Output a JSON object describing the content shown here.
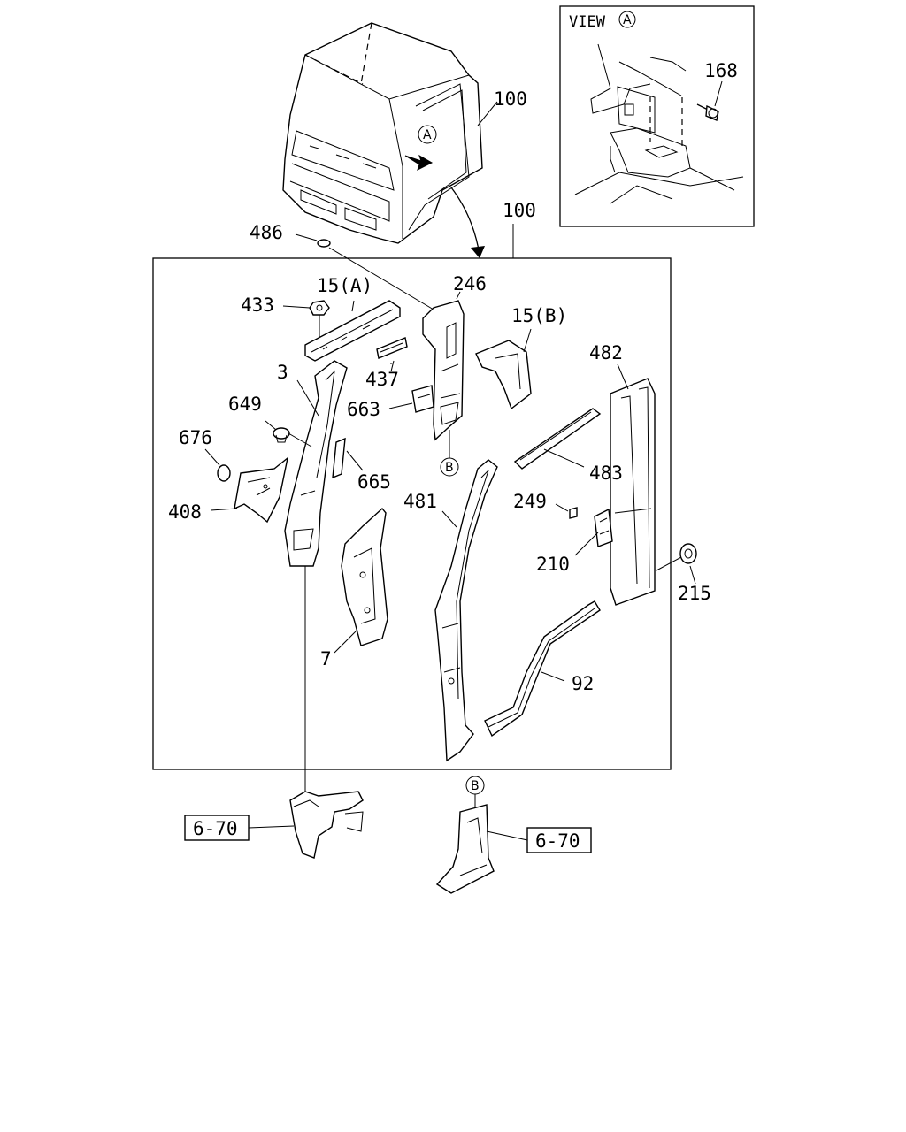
{
  "view": {
    "title": "VIEW",
    "marker": "A",
    "part_168": "168"
  },
  "cab": {
    "label_100_top": "100",
    "marker_a": "A"
  },
  "frame": {
    "label_100": "100"
  },
  "parts": {
    "p486": "486",
    "p433": "433",
    "p15a": "15(A)",
    "p246": "246",
    "p15b": "15(B)",
    "p437": "437",
    "p3": "3",
    "p663": "663",
    "p482": "482",
    "p649": "649",
    "p676": "676",
    "p665": "665",
    "p483": "483",
    "p408": "408",
    "p481": "481",
    "p249": "249",
    "p210": "210",
    "p215": "215",
    "p7": "7",
    "p92": "92"
  },
  "markers": {
    "b_upper": "B",
    "b_lower": "B"
  },
  "refs": {
    "left": "6-70",
    "right": "6-70"
  }
}
